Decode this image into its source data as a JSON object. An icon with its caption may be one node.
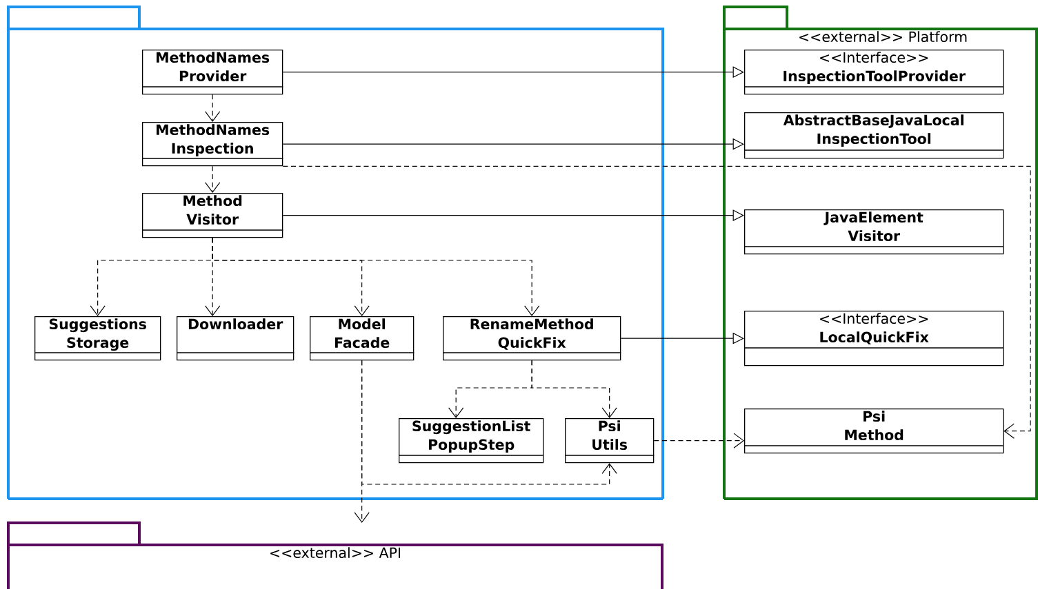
{
  "diagram": {
    "nodes": [
      {
        "text": [],
        "shape": "box"
      },
      {
        "text": [
          "MethodNames Provider"
        ],
        "in": 0
      },
      {
        "text": [
          "MethodNames Inspection"
        ],
        "in": 0
      },
      {
        "text": [
          "Method Visitor"
        ],
        "in": 0
      },
      {
        "text": [
          "Suggestions Storage"
        ],
        "in": 0
      },
      {
        "text": [
          "Downloader"
        ],
        "in": 0
      },
      {
        "text": [
          "Model Facade"
        ],
        "in": 0
      },
      {
        "text": [
          "RenameMethod QuickFix"
        ],
        "in": 0
      },
      {
        "text": [
          "SuggestionList PopupStep"
        ],
        "in": 0
      },
      {
        "text": [
          "Psi Utils"
        ],
        "in": 0
      },
      {
        "text": [
          "<<external>> Platform"
        ]
      },
      {
        "text": [
          "<<Interface>>",
          "InspectionToolProvider"
        ],
        "in": 10
      },
      {
        "text": [
          "AbstractBaseJavaLocal InspectionTool"
        ],
        "in": 10
      },
      {
        "text": [
          "JavaElement Visitor"
        ],
        "in": 10
      },
      {
        "text": [
          "<<Interface>>",
          "LocalQuickFix"
        ],
        "in": 10
      },
      {
        "text": [
          "Psi Method"
        ],
        "in": 10
      },
      {
        "text": [
          "<<external>> API"
        ]
      }
    ],
    "edges": [
      {
        "from": 1,
        "to": 11,
        "arrow": "to"
      },
      {
        "from": 1,
        "to": 2,
        "arrow": "to",
        "style": "dashed"
      },
      {
        "from": 2,
        "to": 12,
        "arrow": "to"
      },
      {
        "from": 2,
        "to": 15,
        "arrow": "to",
        "style": "dashed"
      },
      {
        "from": 2,
        "to": 3,
        "arrow": "to",
        "style": "dashed"
      },
      {
        "from": 3,
        "to": 13,
        "arrow": "to"
      },
      {
        "from": 3,
        "to": 4,
        "arrow": "to",
        "style": "dashed"
      },
      {
        "from": 3,
        "to": 5,
        "arrow": "to",
        "style": "dashed"
      },
      {
        "from": 3,
        "to": 6,
        "arrow": "to",
        "style": "dashed"
      },
      {
        "from": 3,
        "to": 7,
        "arrow": "to",
        "style": "dashed"
      },
      {
        "from": 7,
        "to": 14,
        "arrow": "to"
      },
      {
        "from": 7,
        "to": 8,
        "arrow": "to",
        "style": "dashed"
      },
      {
        "from": 7,
        "to": 9,
        "arrow": "to",
        "style": "dashed"
      },
      {
        "from": 9,
        "to": 15,
        "arrow": "to",
        "style": "dashed"
      },
      {
        "from": 6,
        "to": 9,
        "arrow": "to",
        "style": "dashed"
      },
      {
        "from": 6,
        "to": 16,
        "arrow": "to",
        "style": "dashed"
      }
    ]
  }
}
